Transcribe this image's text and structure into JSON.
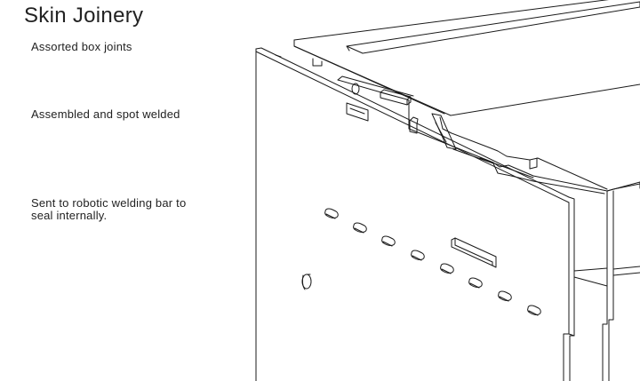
{
  "page": {
    "title": "Skin Joinery"
  },
  "notes": [
    "Assorted box joints",
    "Assembled and spot welded",
    "Sent to robotic welding bar to seal internally."
  ],
  "colors": {
    "background": "#ffffff",
    "line": "#1a1a1a"
  },
  "diagram": {
    "kind": "isometric-line-drawing",
    "subject": "box-joint-sheet-metal-assembly",
    "slot_count": 8
  }
}
